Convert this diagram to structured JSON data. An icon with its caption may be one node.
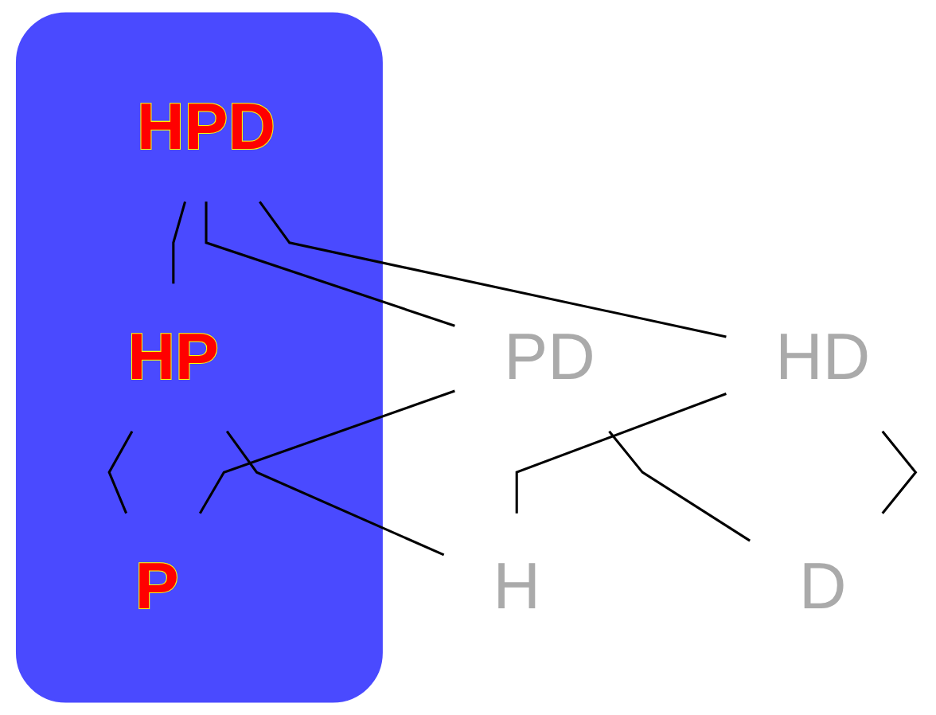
{
  "diagram": {
    "nodes": [
      {
        "text": [],
        "shape": "band"
      },
      {
        "text": [
          "HPD"
        ],
        "in": 0
      },
      {
        "text": [
          "HP"
        ],
        "in": 0
      },
      {
        "text": [
          "PD"
        ]
      },
      {
        "text": [
          "HD"
        ]
      },
      {
        "text": [
          "H"
        ]
      },
      {
        "text": [
          "P"
        ],
        "in": 0
      },
      {
        "text": [
          "D"
        ]
      }
    ],
    "edges": [
      {
        "from": 1,
        "to": 2,
        "arrow": "none"
      },
      {
        "from": 1,
        "to": 3,
        "arrow": "none"
      },
      {
        "from": 1,
        "to": 4,
        "arrow": "none"
      },
      {
        "from": 2,
        "to": 5,
        "arrow": "none"
      },
      {
        "from": 2,
        "to": 6,
        "arrow": "none"
      },
      {
        "from": 3,
        "to": 6,
        "arrow": "none"
      },
      {
        "from": 3,
        "to": 7,
        "arrow": "none"
      },
      {
        "from": 4,
        "to": 5,
        "arrow": "none"
      },
      {
        "from": 4,
        "to": 7,
        "arrow": "none"
      }
    ]
  }
}
